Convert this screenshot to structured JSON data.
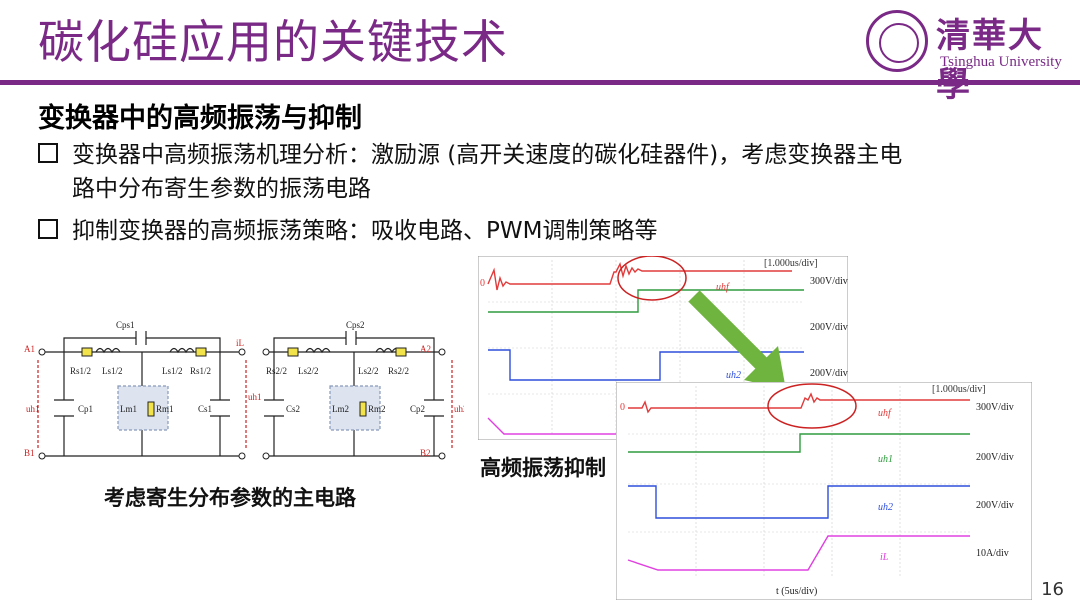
{
  "slide": {
    "title": "碳化硅应用的关键技术",
    "heading": "变换器中的高频振荡与抑制",
    "bullets": [
      {
        "text_line1": "变换器中高频振荡机理分析：激励源 (高开关速度的碳化硅器件)，考虑变换器主电",
        "text_line2": "路中分布寄生参数的振荡电路"
      },
      {
        "text_line1": "抑制变换器的高频振荡策略：吸收电路、PWM调制策略等"
      }
    ],
    "caption_circuit": "考虑寄生分布参数的主电路",
    "caption_suppression": "高频振荡抑制",
    "page_number": "16"
  },
  "logo": {
    "cn_name": "清華大學",
    "en_name": "Tsinghua University"
  },
  "circuit": {
    "nodes": [
      "A1",
      "B1",
      "A2",
      "B2"
    ],
    "labels": {
      "cps1": "Cps1",
      "cps2": "Cps2",
      "il": "iL",
      "rs1": "Rs1/2",
      "ls1a": "Ls1/2",
      "ls1b": "Ls1/2",
      "rs1b": "Rs1/2",
      "rs2": "Rs2/2",
      "ls2a": "Ls2/2",
      "ls2b": "Ls2/2",
      "rs2b": "Rs2/2",
      "uh1": "uh1",
      "cp1": "Cp1",
      "lm1": "Lm1",
      "rm1": "Rm1",
      "cs1": "Cs1",
      "uh1b": "uh1",
      "cs2": "Cs2",
      "lm2": "Lm2",
      "rm2": "Rm2",
      "cp2": "Cp2",
      "uh2": "uh2"
    }
  },
  "scope_top": {
    "timebase": "[1.000us/div]",
    "channels": [
      {
        "name": "uhf",
        "scale": "300V/div",
        "color": "#e23b3b"
      },
      {
        "name": "",
        "scale": "200V/div",
        "color": "#2e9b3e"
      },
      {
        "name": "uh2",
        "scale": "200V/div",
        "color": "#2f4fdc"
      },
      {
        "name": "",
        "scale": "",
        "color": "#e040e0"
      }
    ],
    "zero_label": "0"
  },
  "scope_bottom": {
    "timebase": "[1.000us/div]",
    "channels": [
      {
        "name": "uhf",
        "scale": "300V/div",
        "color": "#e23b3b"
      },
      {
        "name": "uh1",
        "scale": "200V/div",
        "color": "#2e9b3e"
      },
      {
        "name": "uh2",
        "scale": "200V/div",
        "color": "#2f4fdc"
      },
      {
        "name": "iL",
        "scale": "10A/div",
        "color": "#e040e0"
      }
    ],
    "xlabel": "t (5us/div)",
    "zero_label": "0"
  },
  "colors": {
    "brand": "#7a2a86",
    "arrow": "#6fb43f",
    "highlight": "#cc2222"
  }
}
